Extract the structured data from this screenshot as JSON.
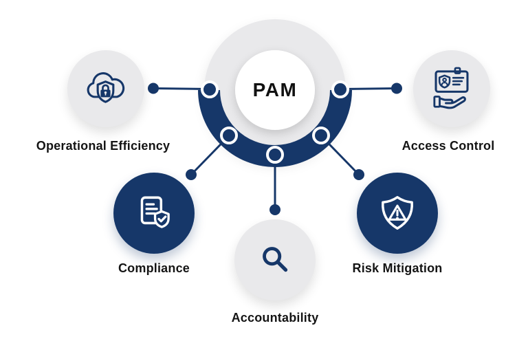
{
  "title": "PAM",
  "items": [
    {
      "label": "Operational Efficiency",
      "icon": "cloud-lock-icon",
      "circle_style": "light-gray"
    },
    {
      "label": "Access Control",
      "icon": "id-card-hand-icon",
      "circle_style": "light-gray"
    },
    {
      "label": "Compliance",
      "icon": "document-shield-check-icon",
      "circle_style": "dark-navy"
    },
    {
      "label": "Accountability",
      "icon": "magnifier-icon",
      "circle_style": "light-gray"
    },
    {
      "label": "Risk Mitigation",
      "icon": "shield-warning-icon",
      "circle_style": "dark-navy"
    }
  ],
  "colors": {
    "navy": "#163769",
    "light_gray": "#E9E9EB",
    "text": "#141414",
    "background": "#FFFFFF"
  }
}
